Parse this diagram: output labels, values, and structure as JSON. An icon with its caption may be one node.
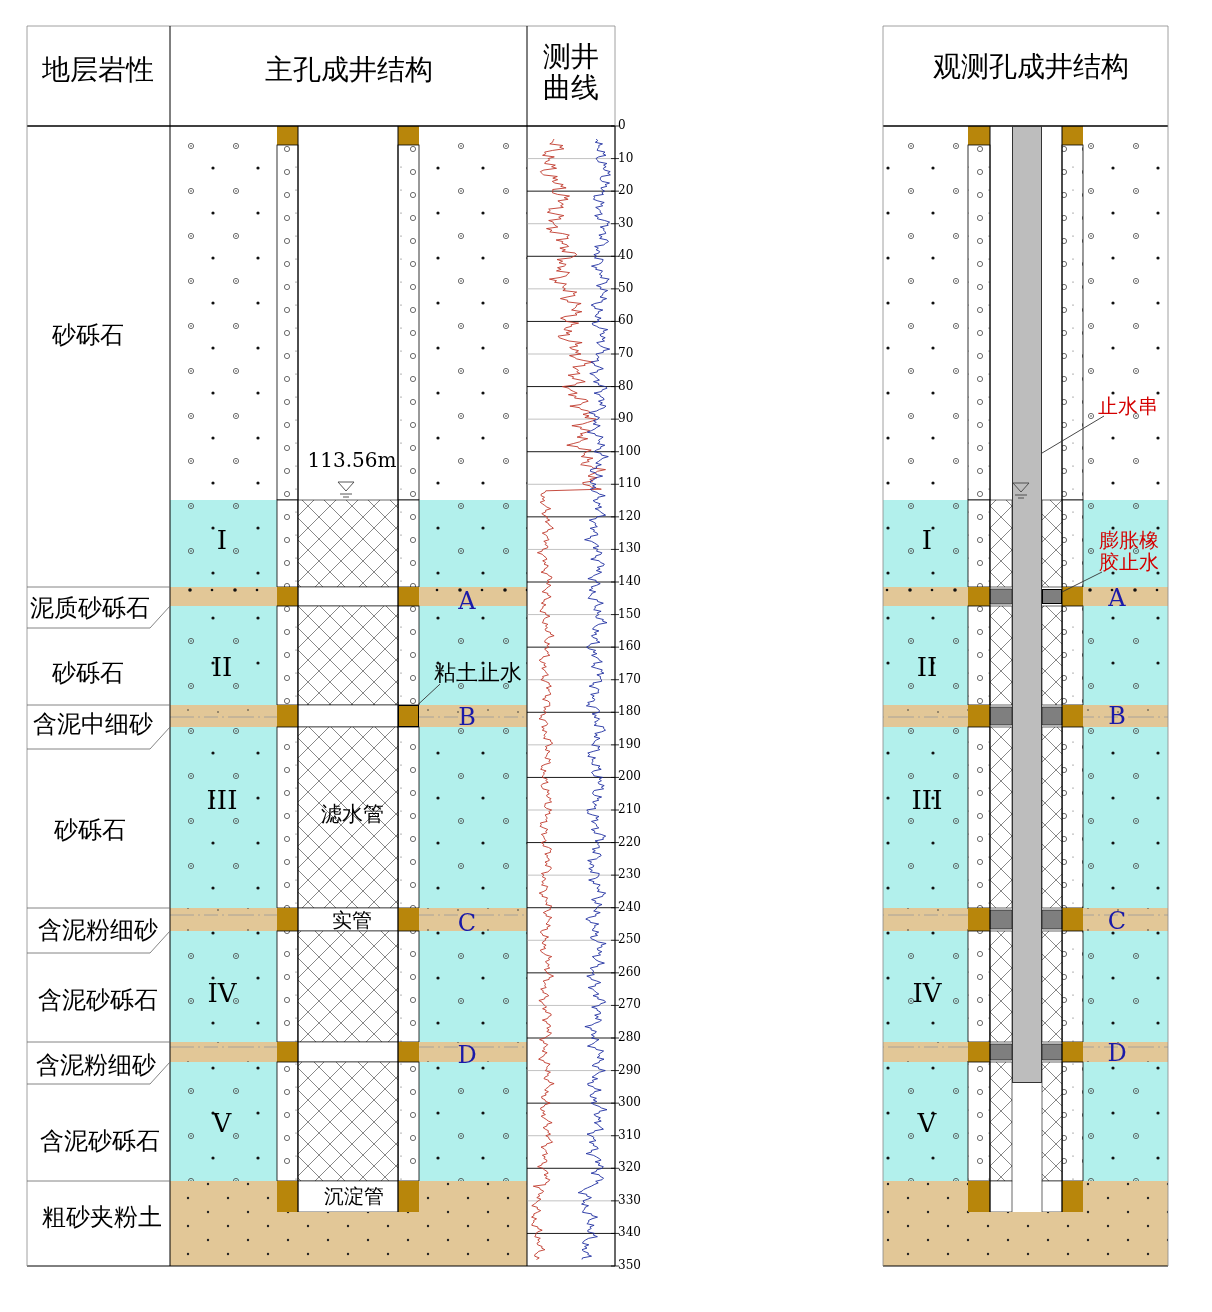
{
  "diagram": {
    "nodes": [
      {
        "text": [
          "粘土止水"
        ]
      },
      {
        "text": [],
        "shape": "box"
      },
      {
        "text": [
          "止水串"
        ]
      },
      {
        "text": [],
        "shape": "bar"
      },
      {
        "text": [
          "膨胀橡胶止水"
        ]
      },
      {
        "text": [],
        "shape": "box"
      }
    ],
    "edges": [
      {
        "from": 0,
        "to": 1,
        "arrow": "none"
      },
      {
        "from": 2,
        "to": 3,
        "arrow": "none"
      },
      {
        "from": 4,
        "to": 5,
        "arrow": "none"
      }
    ],
    "labels": [
      "地层岩性",
      "主孔成井结构",
      "测井曲线",
      "观测孔成井结构",
      "砂砾石",
      "113.56m",
      "I",
      "I",
      "泥质砂砾石",
      "A",
      "A",
      "砂砾石",
      "II",
      "II",
      "含泥中细砂",
      "B",
      "B",
      "III",
      "滤水管",
      "砂砾石",
      "III",
      "含泥粉细砂",
      "实管",
      "C",
      "C",
      "含泥砂砾石",
      "IV",
      "IV",
      "含泥粉细砂",
      "D",
      "D",
      "V",
      "含泥砂砾石",
      "V",
      "沉淀管",
      "粗砂夹粉土",
      "0",
      "10",
      "20",
      "30",
      "40",
      "50",
      "60",
      "70",
      "80",
      "90",
      "100",
      "110",
      "120",
      "130",
      "140",
      "150",
      "160",
      "170",
      "180",
      "190",
      "200",
      "210",
      "220",
      "230",
      "240",
      "250",
      "260",
      "270",
      "280",
      "290",
      "300",
      "310",
      "320",
      "330",
      "340",
      "350"
    ]
  }
}
